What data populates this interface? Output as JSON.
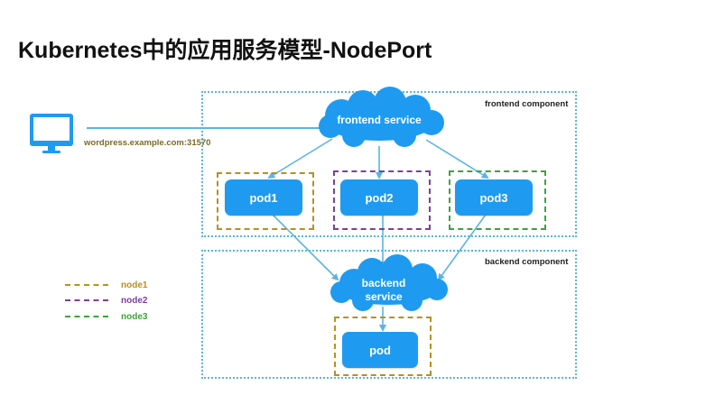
{
  "title": "Kubernetes中的应用服务模型-NodePort",
  "client": {
    "url": "wordpress.example.com:31570"
  },
  "frontend_zone": {
    "label": "frontend component"
  },
  "backend_zone": {
    "label": "backend component"
  },
  "frontend_service": {
    "label": "frontend service"
  },
  "backend_service": {
    "line1": "backend",
    "line2": "service"
  },
  "pods": [
    {
      "label": "pod1",
      "node": "node1"
    },
    {
      "label": "pod2",
      "node": "node2"
    },
    {
      "label": "pod3",
      "node": "node3"
    }
  ],
  "backend_pod": {
    "label": "pod",
    "node": "node1"
  },
  "legend": [
    {
      "label": "node1",
      "color": "#b8901e"
    },
    {
      "label": "node2",
      "color": "#7b3fa0"
    },
    {
      "label": "node3",
      "color": "#3ea33a"
    }
  ],
  "colors": {
    "zone_border": "#5cb6cf",
    "pod_fill": "#1e9bf0",
    "cloud_fill": "#1e9bf0",
    "arrow": "#5ab4e6",
    "monitor": "#1e9bf0"
  }
}
